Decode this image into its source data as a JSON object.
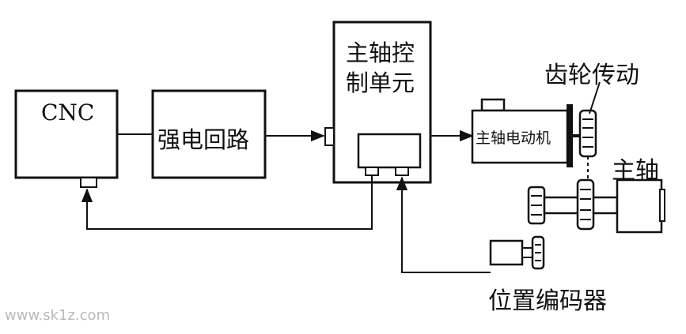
{
  "blocks": {
    "cnc": "CNC",
    "power_circuit": "强电回路",
    "spindle_control_line1": "主轴控",
    "spindle_control_line2": "制单元",
    "spindle_motor": "主轴电动机"
  },
  "annotations": {
    "gear_drive": "齿轮传动",
    "spindle": "主轴",
    "position_encoder": "位置编码器"
  },
  "watermark": "www.sk1z.com",
  "colors": {
    "ink": "#111111",
    "watermark": "#b9b9b9"
  }
}
